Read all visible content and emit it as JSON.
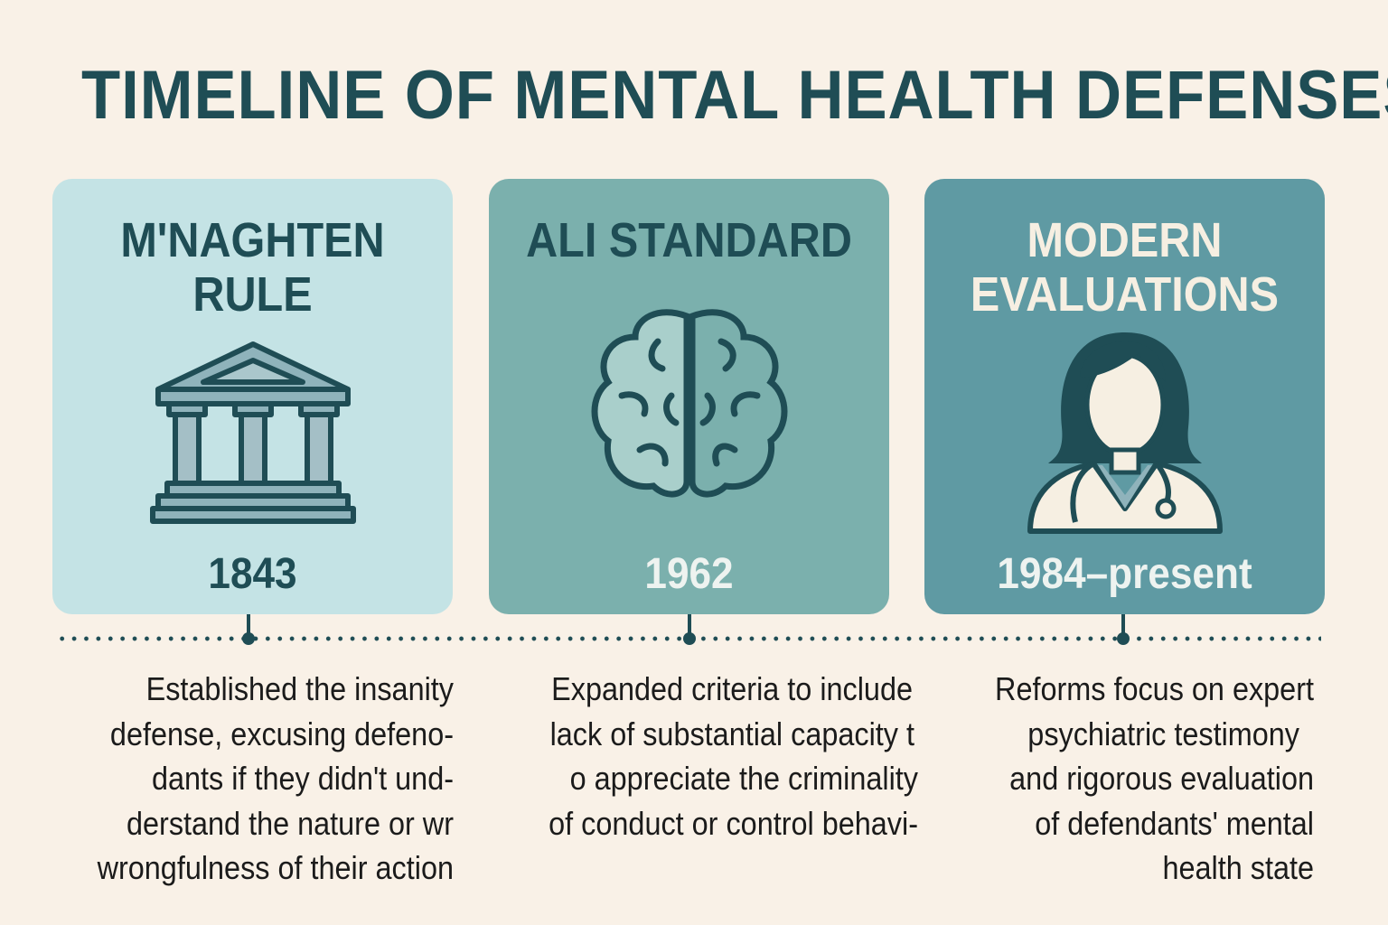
{
  "title": "TIMELINE OF MENTAL HEALTH DEFENSES",
  "events": [
    {
      "title_lines": [
        "M'NAGHTEN",
        "RULE"
      ],
      "icon": "courthouse-icon",
      "year": "1843",
      "description_lines": [
        "Established the insanity",
        "defense, excusing defeno-",
        "dants if they didn't und-",
        "derstand the nature or wr",
        "wrongfulness of their action"
      ]
    },
    {
      "title_lines": [
        "ALI STANDARD"
      ],
      "icon": "brain-icon",
      "year": "1962",
      "description_lines": [
        "Expanded criteria to include",
        "lack of substantial capacity t",
        "o appreciate the criminality",
        "of conduct or control behavi-"
      ]
    },
    {
      "title_lines": [
        "MODERN",
        "EVALUATIONS"
      ],
      "icon": "doctor-icon",
      "year": "1984–present",
      "description_lines": [
        "Reforms focus on expert",
        "psychiatric testimony",
        "and rigorous evaluation",
        "of defendants' mental",
        "health state"
      ]
    }
  ],
  "colors": {
    "background": "#f9f1e7",
    "primary": "#1f4d55",
    "card1": "#c4e3e5",
    "card2": "#7bb0ad",
    "card3": "#5f9aa3"
  }
}
